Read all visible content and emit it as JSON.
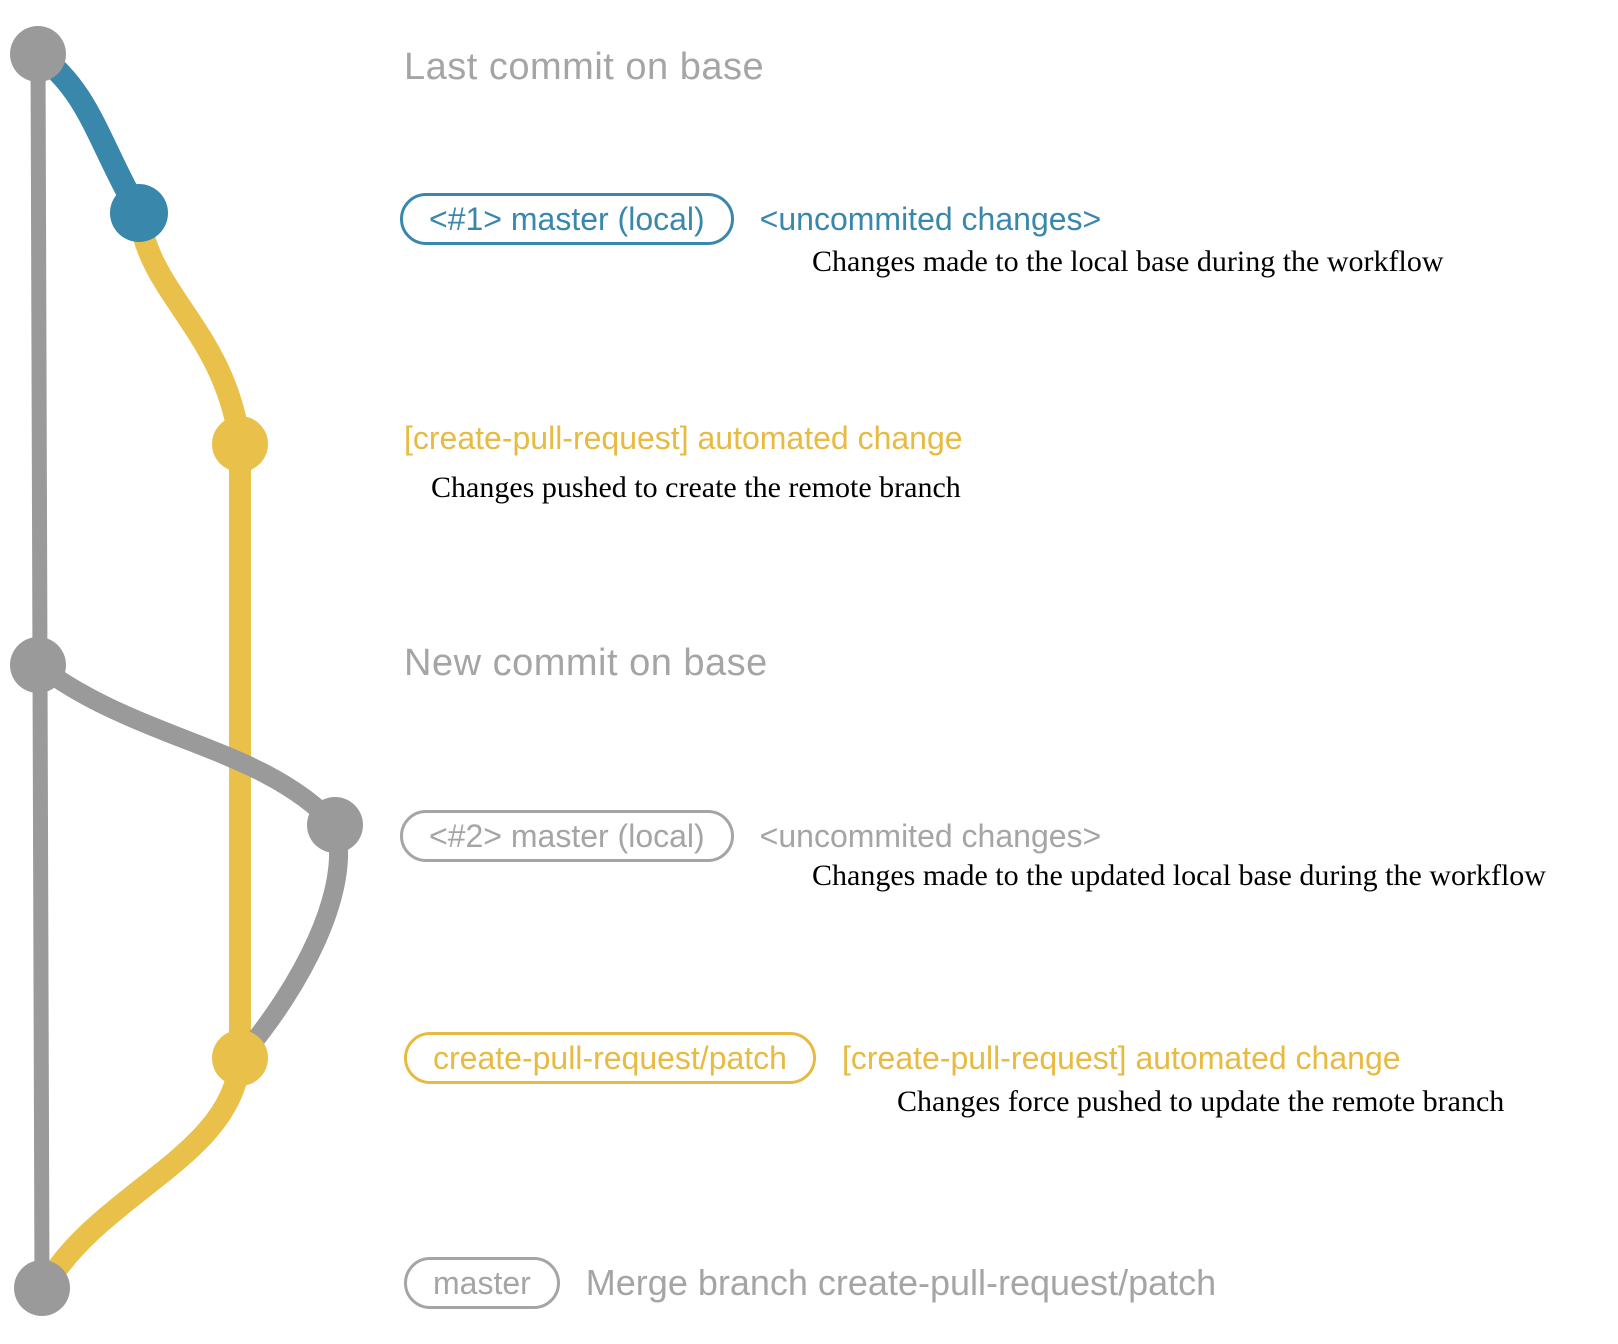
{
  "colors": {
    "branch_blue": "#3a87ac",
    "branch_yellow": "#e9c14a",
    "branch_gray": "#9a9a9a",
    "text_yellow": "#e7ba41",
    "text_gray": "#a5a5a5",
    "text_black": "#000000"
  },
  "graph": {
    "nodes": [
      {
        "id": "last-commit-on-base",
        "color": "gray"
      },
      {
        "id": "local-master-commit-1",
        "color": "blue"
      },
      {
        "id": "automated-change-commit-1",
        "color": "yellow"
      },
      {
        "id": "new-commit-on-base",
        "color": "gray"
      },
      {
        "id": "local-master-commit-2",
        "color": "gray"
      },
      {
        "id": "automated-change-commit-2",
        "color": "yellow"
      },
      {
        "id": "merge-commit",
        "color": "gray"
      }
    ]
  },
  "rows": {
    "last_commit": {
      "header": "Last commit on base"
    },
    "local1": {
      "badge": "<#1> master (local)",
      "title": "<uncommited changes>",
      "desc": "Changes made to the local base during the workflow"
    },
    "push1": {
      "title": "[create-pull-request] automated change",
      "desc": "Changes pushed to create the remote branch"
    },
    "new_commit": {
      "header": "New commit on base"
    },
    "local2": {
      "badge": "<#2> master (local)",
      "title": "<uncommited changes>",
      "desc": "Changes made to the updated local base during the workflow"
    },
    "push2": {
      "badge": "create-pull-request/patch",
      "title": "[create-pull-request] automated change",
      "desc": "Changes force pushed to update the remote branch"
    },
    "merge": {
      "badge": "master",
      "title": "Merge branch create-pull-request/patch"
    }
  }
}
